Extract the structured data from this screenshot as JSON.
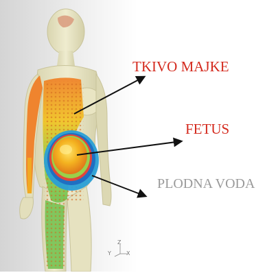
{
  "labels": {
    "maternal_tissue": "TKIVO MAJKE",
    "fetus": "FETUS",
    "amniotic_fluid": "PLODNA VODA"
  },
  "axis_triad": {
    "z": "Z",
    "x": "X",
    "y": "Y"
  },
  "colors": {
    "maternal_tissue_label": "#d42a1e",
    "fetus_label": "#d42a1e",
    "amniotic_fluid_label": "#9a9a9a",
    "arrow": "#111111",
    "body": "#e9e6c9",
    "field_hot": "#f07a1e",
    "field_warm": "#f2c21a",
    "field_mid": "#6fc04a",
    "field_cool": "#2a9fd6",
    "fetus_core": "#f0b32a",
    "fluid_ring": "#3a7fd0"
  }
}
